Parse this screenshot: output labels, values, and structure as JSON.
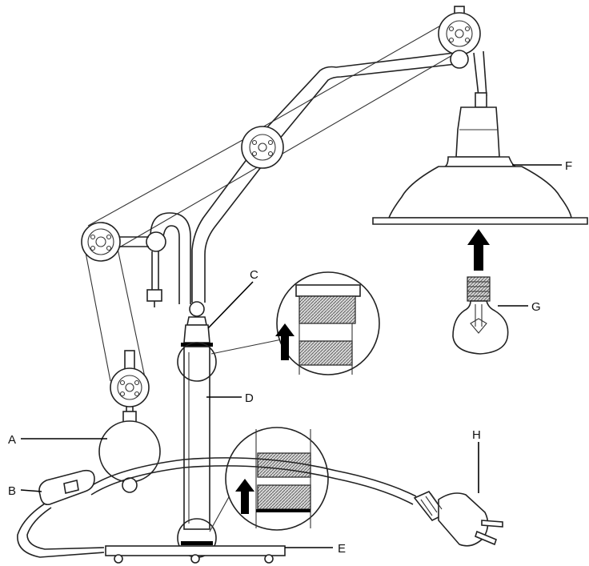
{
  "diagram": {
    "labels": {
      "A": "A",
      "B": "B",
      "C": "C",
      "D": "D",
      "E": "E",
      "F": "F",
      "G": "G",
      "H": "H"
    }
  }
}
